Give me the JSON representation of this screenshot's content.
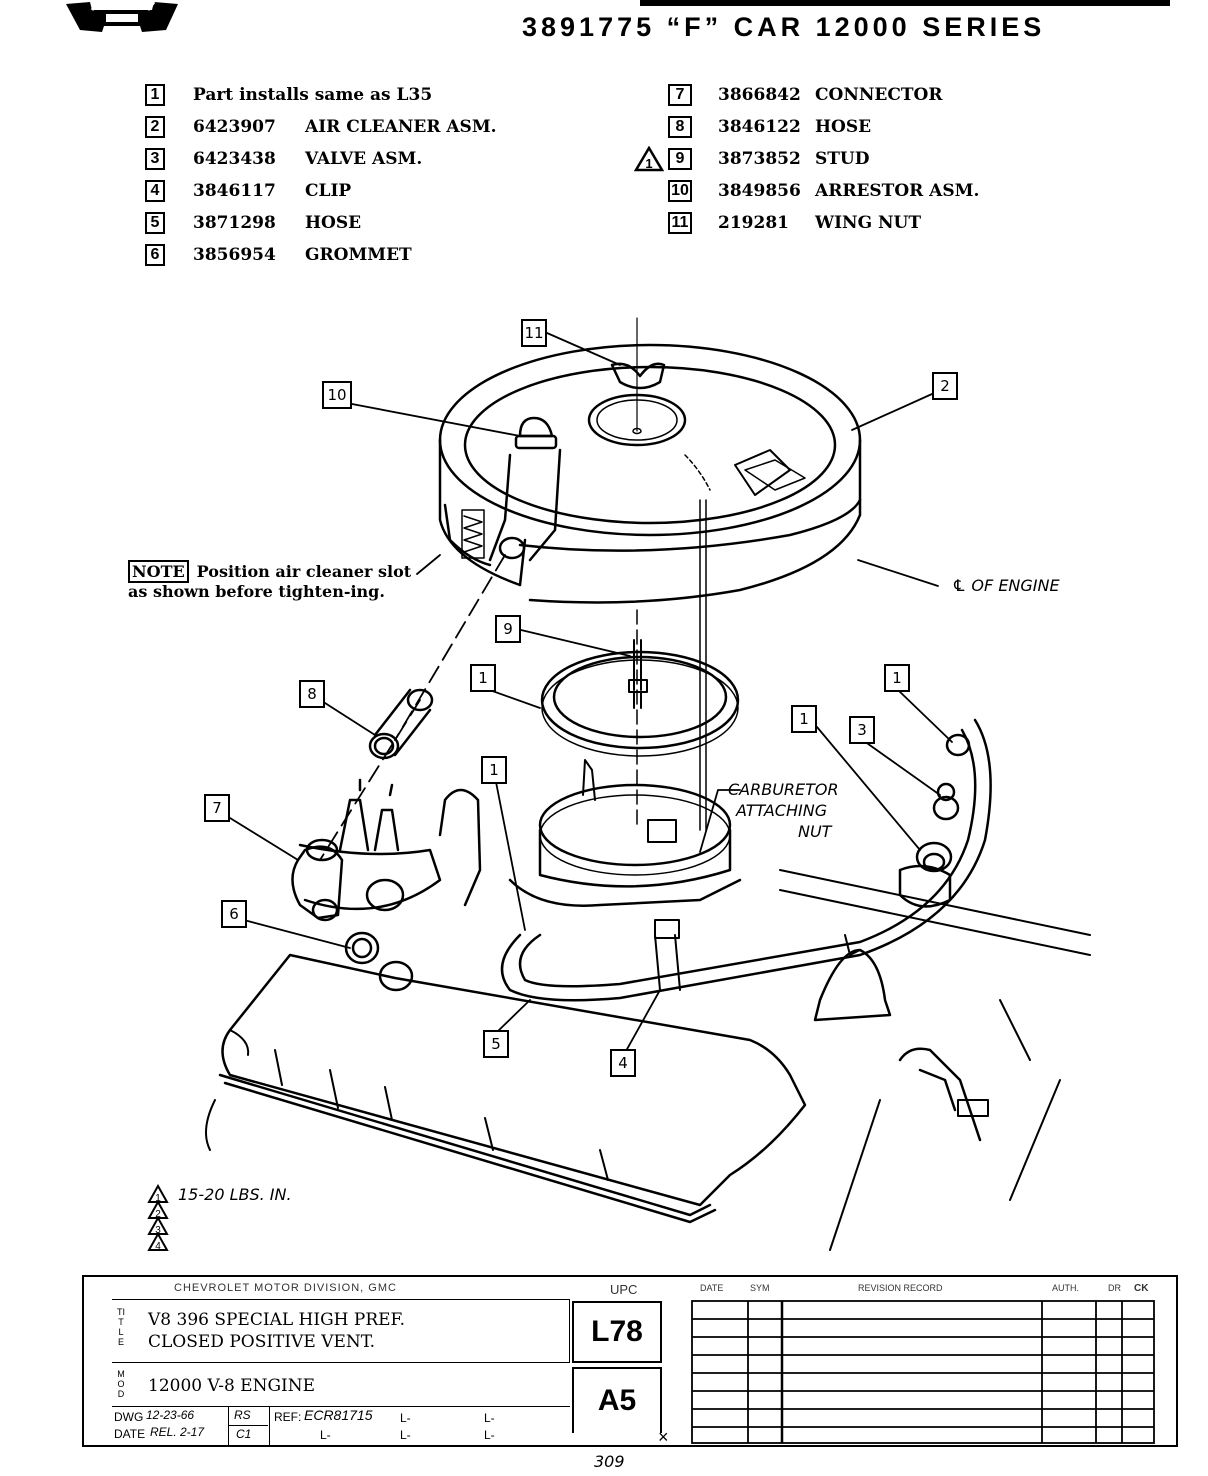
{
  "header": {
    "logo": "chevrolet-bowtie-logo",
    "title": "3891775 “F” CAR 12000 SERIES"
  },
  "parts_list": {
    "left": [
      {
        "ref": "1",
        "part_no": "",
        "name": "Part installs same as L35"
      },
      {
        "ref": "2",
        "part_no": "6423907",
        "name": "AIR CLEANER ASM."
      },
      {
        "ref": "3",
        "part_no": "6423438",
        "name": "VALVE ASM."
      },
      {
        "ref": "4",
        "part_no": "3846117",
        "name": "CLIP"
      },
      {
        "ref": "5",
        "part_no": "3871298",
        "name": "HOSE"
      },
      {
        "ref": "6",
        "part_no": "3856954",
        "name": "GROMMET"
      }
    ],
    "right": [
      {
        "ref": "7",
        "part_no": "3866842",
        "name": "CONNECTOR",
        "warning": ""
      },
      {
        "ref": "8",
        "part_no": "3846122",
        "name": "HOSE",
        "warning": ""
      },
      {
        "ref": "9",
        "part_no": "3873852",
        "name": "STUD",
        "warning": "1"
      },
      {
        "ref": "10",
        "part_no": "3849856",
        "name": "ARRESTOR ASM.",
        "warning": ""
      },
      {
        "ref": "11",
        "part_no": "219281",
        "name": "WING NUT",
        "warning": ""
      }
    ]
  },
  "note": {
    "tag": "NOTE",
    "text": "Position air cleaner slot as shown before tighten-ing."
  },
  "diagram": {
    "callouts": {
      "c11": "11",
      "c10": "10",
      "c2": "2",
      "c9": "9",
      "c1a": "1",
      "c8": "8",
      "c1b": "1",
      "c1c": "1",
      "c3": "3",
      "c1d": "1",
      "c7": "7",
      "c6": "6",
      "c5": "5",
      "c4": "4"
    },
    "labels": {
      "centerline": "℄ OF ENGINE",
      "carb1": "CARBURETOR",
      "carb2": "ATTACHING",
      "carb3": "NUT"
    }
  },
  "torque_legend": [
    {
      "mark": "1",
      "spec": "15-20 LBS. IN."
    },
    {
      "mark": "2",
      "spec": ""
    },
    {
      "mark": "3",
      "spec": ""
    },
    {
      "mark": "4",
      "spec": ""
    }
  ],
  "title_block": {
    "division": "CHEVROLET MOTOR DIVISION, GMC",
    "title_side": "TITLE",
    "model_side": "MOD",
    "title_line1": "V8 396 SPECIAL HIGH PREF.",
    "title_line2": "CLOSED POSITIVE VENT.",
    "model": "12000 V-8 ENGINE",
    "upc_label": "UPC",
    "upc": "L78",
    "group": "A5",
    "dwg_label": "DWG",
    "dwg_date": "12-23-66",
    "date_label": "DATE",
    "date_value": "REL. 2-17",
    "initials1": "RS",
    "initials2": "C1",
    "ref_label": "REF:",
    "ref_value": "ECR81715",
    "l_marks": [
      "L-",
      "L-",
      "L-",
      "L-",
      "L-"
    ],
    "revision_headers": [
      "DATE",
      "SYM",
      "REVISION RECORD",
      "AUTH.",
      "DR",
      "CK"
    ],
    "revision_rows": 8
  },
  "page_number": "309"
}
